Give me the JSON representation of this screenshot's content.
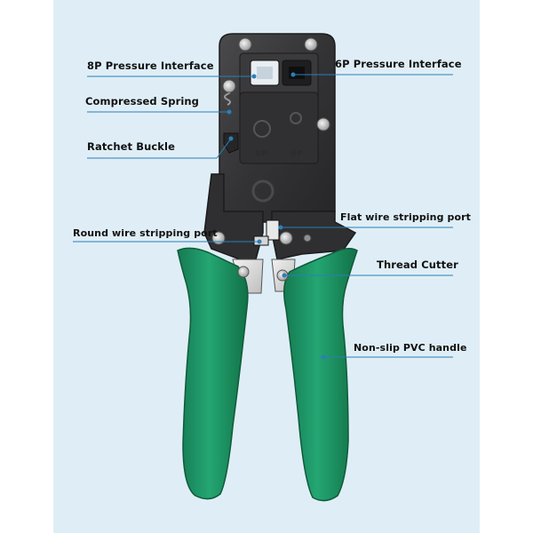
{
  "background_color": "#dfeef6",
  "handle_color": "#1f9b69",
  "body_color": "#2e2e30",
  "leader_color": "#2a7fb8",
  "labels": {
    "p8_interface": "8P Pressure Interface",
    "p6_interface": "6P Pressure Interface",
    "spring": "Compressed Spring",
    "ratchet": "Ratchet Buckle",
    "flat_port": "Flat wire stripping port",
    "round_port": "Round wire stripping port",
    "cutter": "Thread Cutter",
    "handle": "Non-slip PVC handle"
  },
  "die_marks": {
    "p8": "8P",
    "p6": "6P"
  }
}
